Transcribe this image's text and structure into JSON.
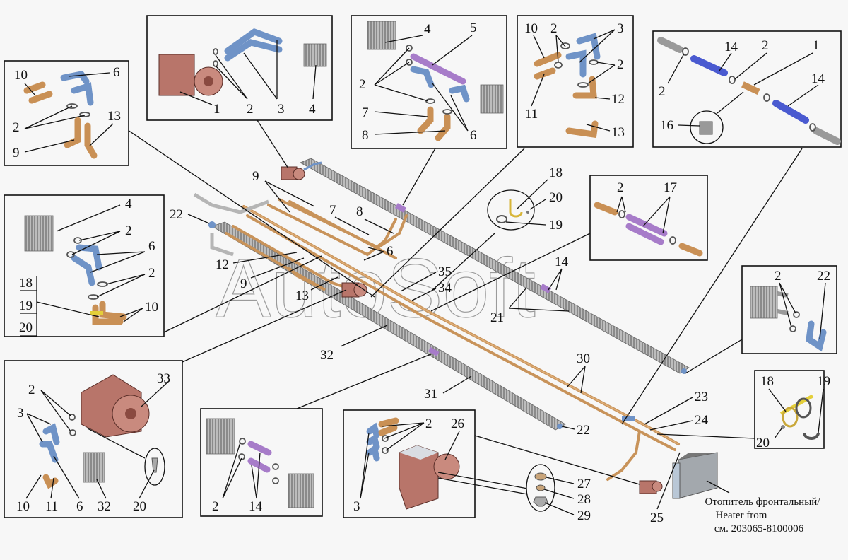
{
  "watermark": "AutoSoft",
  "colors": {
    "background": "#f7f7f7",
    "hose_blue": "#6f93c7",
    "hose_purple": "#a77cc9",
    "hose_dark_blue": "#4a5ad0",
    "copper_pipe": "#c8935a",
    "heater_body": "#b8756a",
    "bracket_yellow": "#e4cf3a"
  },
  "insets": {
    "heater_top": {
      "labels": [
        "1",
        "2",
        "3",
        "4"
      ]
    },
    "left_top": {
      "labels": [
        "10",
        "6",
        "2",
        "13",
        "9"
      ]
    },
    "radiator_joint": {
      "labels": [
        "4",
        "5",
        "2",
        "7",
        "8",
        "6"
      ]
    },
    "elbow_set": {
      "labels": [
        "10",
        "2",
        "3",
        "2",
        "11",
        "12",
        "13"
      ]
    },
    "tee_set": {
      "labels": [
        "14",
        "2",
        "1",
        "2",
        "14",
        "16"
      ]
    },
    "left_mid": {
      "labels": [
        "4",
        "2",
        "6",
        "2",
        "18",
        "19",
        "20",
        "10"
      ]
    },
    "purple_joint": {
      "labels": [
        "2",
        "17"
      ]
    },
    "end_cap": {
      "labels": [
        "2",
        "22"
      ]
    },
    "clip_set": {
      "labels": [
        "18",
        "19",
        "20"
      ]
    },
    "heater_33": {
      "labels": [
        "2",
        "33",
        "3",
        "10",
        "11",
        "6",
        "32",
        "20"
      ]
    },
    "radiator_14": {
      "labels": [
        "2",
        "14"
      ]
    },
    "heater_26": {
      "labels": [
        "2",
        "26",
        "3"
      ]
    },
    "hardware": {
      "labels": [
        "27",
        "28",
        "29"
      ]
    },
    "bracket_circle": {
      "labels": [
        "18",
        "20",
        "19"
      ]
    }
  },
  "main_labels": {
    "l9a": "9",
    "l22": "22",
    "l7": "7",
    "l8": "8",
    "l6": "6",
    "l12": "12",
    "l9b": "9",
    "l13": "13",
    "l35": "35",
    "l34": "34",
    "l14": "14",
    "l21": "21",
    "l32": "32",
    "l31": "31",
    "l30": "30",
    "l22b": "22",
    "l23": "23",
    "l24": "24",
    "l25": "25"
  },
  "caption": {
    "line1": "Отопитель фронтальный/",
    "line2": "Heater from",
    "line3": "см. 203065-8100006"
  }
}
